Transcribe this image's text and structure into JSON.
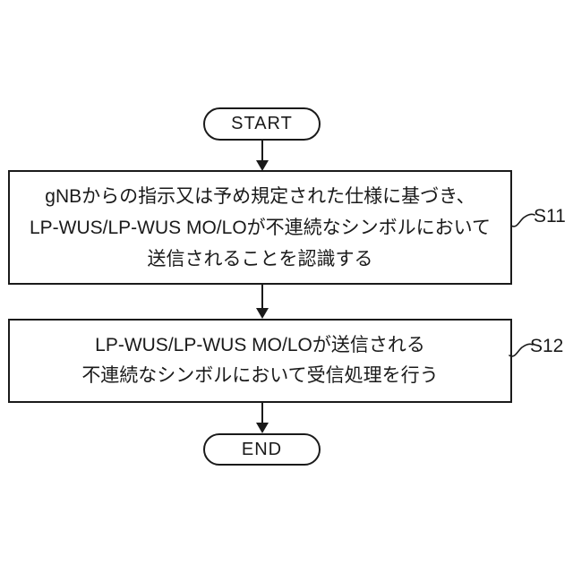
{
  "figure": {
    "type": "flowchart",
    "background_color": "#ffffff",
    "line_color": "#1a1a1a"
  },
  "nodes": {
    "start": {
      "label": "START"
    },
    "step1": {
      "ref": "S11",
      "lines": [
        "gNBからの指示又は予め規定された仕様に基づき、",
        "LP-WUS/LP-WUS MO/LOが不連続なシンボルにおいて",
        "送信されることを認識する"
      ]
    },
    "step2": {
      "ref": "S12",
      "lines": [
        "LP-WUS/LP-WUS MO/LOが送信される",
        "不連続なシンボルにおいて受信処理を行う"
      ]
    },
    "end": {
      "label": "END"
    }
  }
}
